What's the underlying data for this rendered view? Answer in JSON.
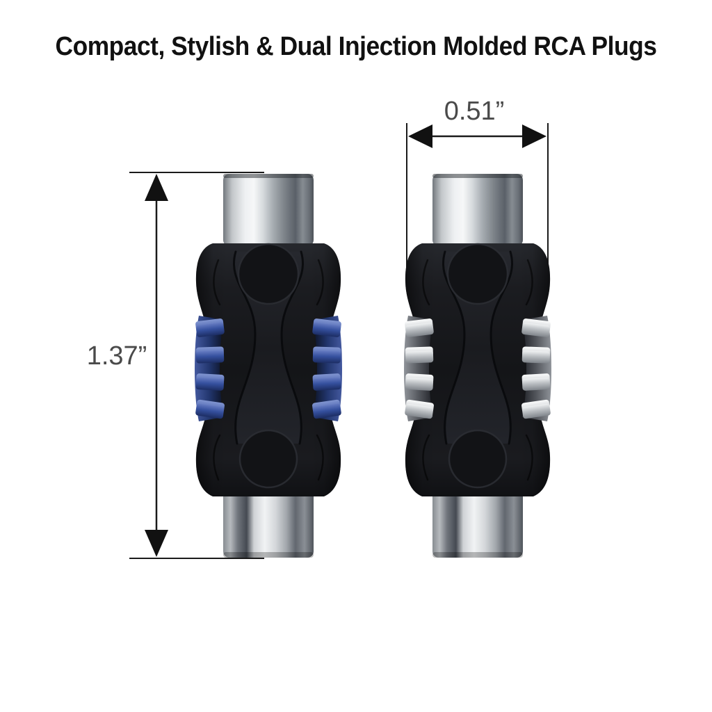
{
  "title": "Compact, Stylish & Dual Injection Molded RCA Plugs",
  "dimensions": {
    "height": {
      "label": "1.37”",
      "orientation": "vertical",
      "applies_to": "plug overall length"
    },
    "width": {
      "label": "0.51”",
      "orientation": "horizontal",
      "applies_to": "plug body diameter"
    }
  },
  "products": [
    {
      "position": "left",
      "grip_rib_accent": "#3b55a3",
      "ribs_per_side": 4
    },
    {
      "position": "right",
      "grip_rib_accent": "#c6c9cd",
      "ribs_per_side": 4
    }
  ],
  "colors": {
    "background": "#ffffff",
    "title_text": "#111111",
    "dimension_text": "#4a4a4a",
    "dimension_lines": "#1a1a1a",
    "plug_body": "#17181b",
    "chrome_barrel": "#c9cdd0"
  }
}
